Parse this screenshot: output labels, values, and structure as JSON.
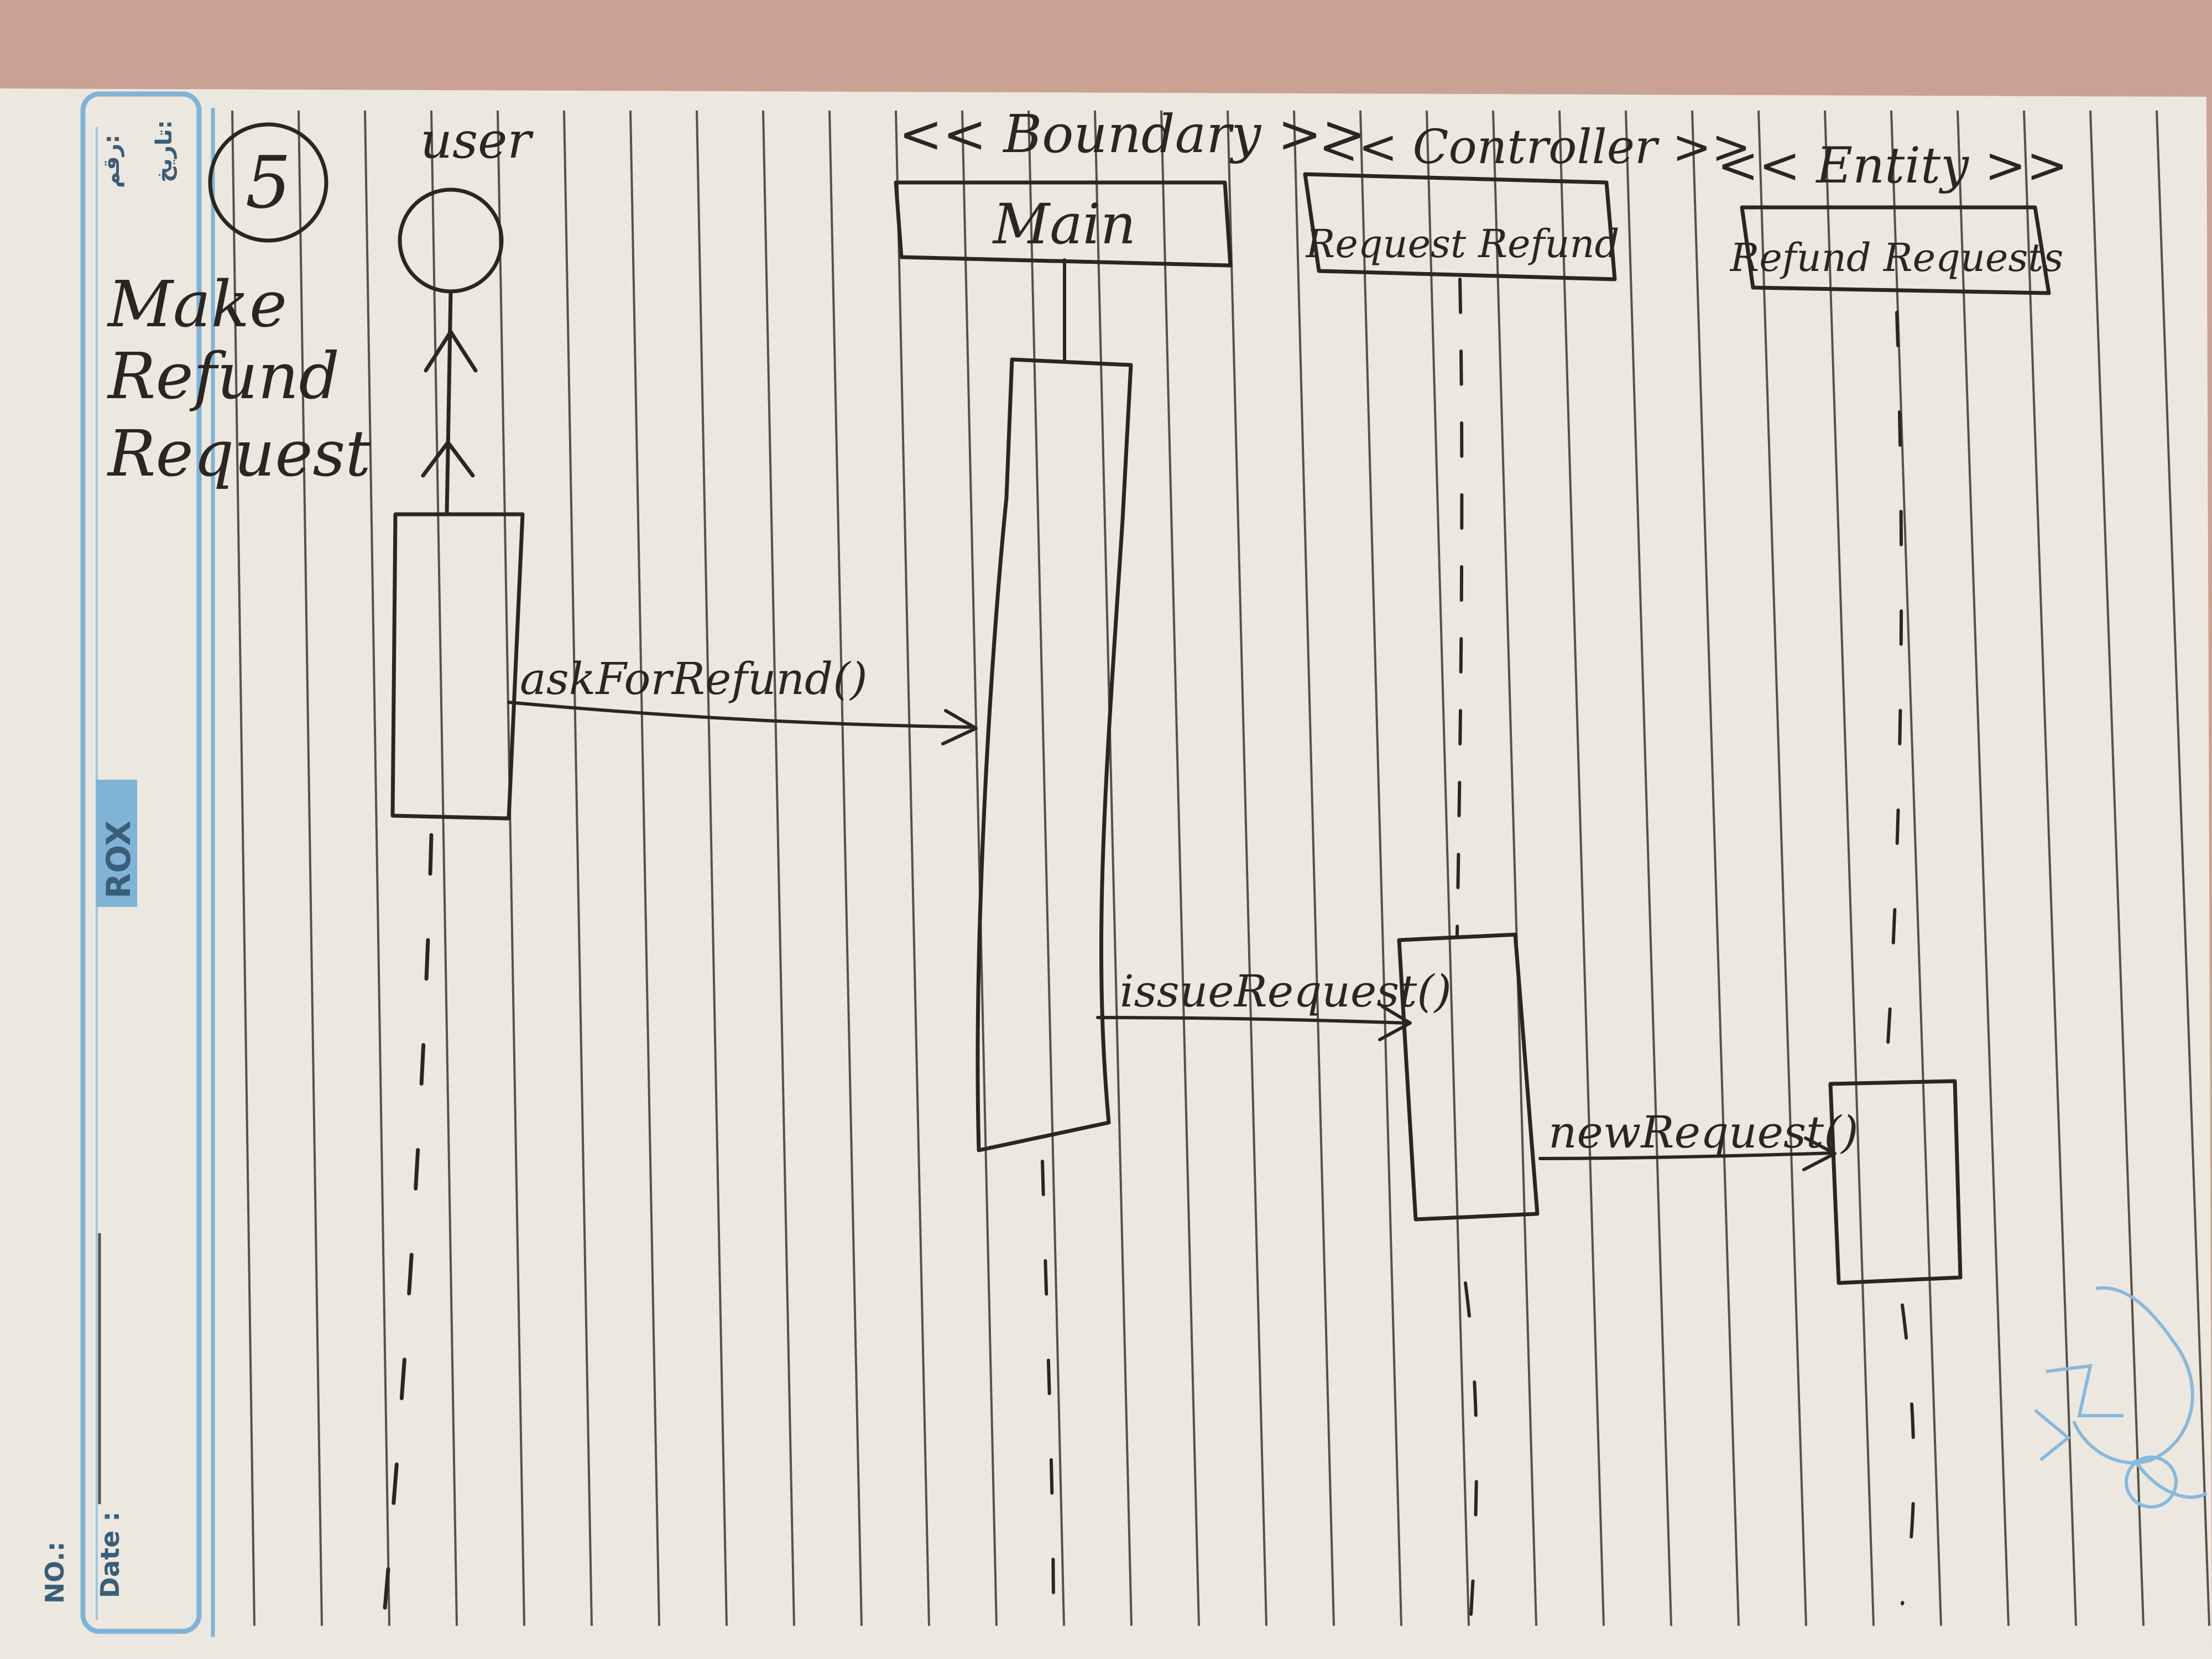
{
  "page_number": "5",
  "diagram_title": [
    "Make",
    "Refund",
    "Request"
  ],
  "margin": {
    "brand": "ROX",
    "no_label": "NO.:",
    "date_label": "Date :",
    "arabic_number_label": "رقم:",
    "arabic_date_label": "تاريخ:"
  },
  "actor": {
    "label": "user"
  },
  "lifelines": [
    {
      "stereotype": "<< Boundary >>",
      "name": "Main"
    },
    {
      "stereotype": "<< Controller >>",
      "name": "Request Refund"
    },
    {
      "stereotype": "<< Entity >>",
      "name": "Refund Requests"
    }
  ],
  "messages": [
    {
      "from": "user",
      "to": "Main",
      "label": "askForRefund()"
    },
    {
      "from": "Main",
      "to": "Request Refund",
      "label": "issueRequest()"
    },
    {
      "from": "Request Refund",
      "to": "Refund Requests",
      "label": "newRequest()"
    }
  ],
  "colors": {
    "ink": "#2a2623",
    "paper": "#ece8e0",
    "rule_line": "#55524c",
    "margin_blue": "#7fb4d6"
  }
}
